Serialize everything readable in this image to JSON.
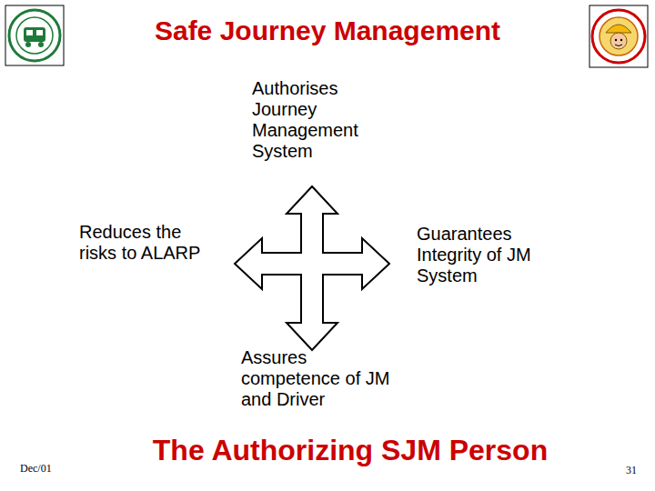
{
  "diagram": {
    "title": "Safe Journey Management",
    "caption": "The Authorizing SJM Person",
    "labels": [
      "Authorises Journey Management System",
      "Reduces the risks to ALARP",
      "Guarantees Integrity of JM System",
      "Assures competence of JM and Driver",
      "Dec/01",
      "31"
    ]
  }
}
